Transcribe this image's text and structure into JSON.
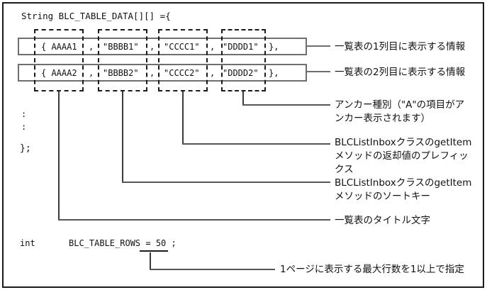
{
  "figure": {
    "declaration": "String BLC_TABLE_DATA[][] ={",
    "rows": [
      {
        "cells": [
          "{ AAAA1",
          ",",
          "\"BBBB1\"",
          ",",
          "\"CCCC1\"",
          ",",
          "\"DDDD1\"",
          "},"
        ]
      },
      {
        "cells": [
          "{ AAAA2",
          ",",
          "\"BBBB2\"",
          ",",
          "\"CCCC2\"",
          ",",
          "\"DDDD2\"",
          "},"
        ]
      }
    ],
    "ellipsis": ":\n:",
    "array_close": "};",
    "int_line": {
      "keyword": "int",
      "statement": "BLC_TABLE_ROWS = 50 ;",
      "underlined_value": "50"
    },
    "annotations": [
      {
        "text": "一覧表の1列目に表示する情報"
      },
      {
        "text": "一覧表の2列目に表示する情報"
      },
      {
        "text": "アンカー種別（\"A\"の項目がア\nンカー表示されます）"
      },
      {
        "text": "BLCListInboxクラスのgetItem\nメソッドの返却値のプレフィッ\nクス"
      },
      {
        "text": "BLCListInboxクラスのgetItem\nメソッドのソートキー"
      },
      {
        "text": "一覧表のタイトル文字"
      },
      {
        "text": "1ページに表示する最大行数を1以上で指定"
      }
    ],
    "colors": {
      "background": "#ffffff",
      "outer_border": "#1a1a1a",
      "solid_box_border": "#6e6e6e",
      "dashed_box_border": "#1a1a1a",
      "connector_line": "#555555",
      "text": "#111111"
    }
  }
}
